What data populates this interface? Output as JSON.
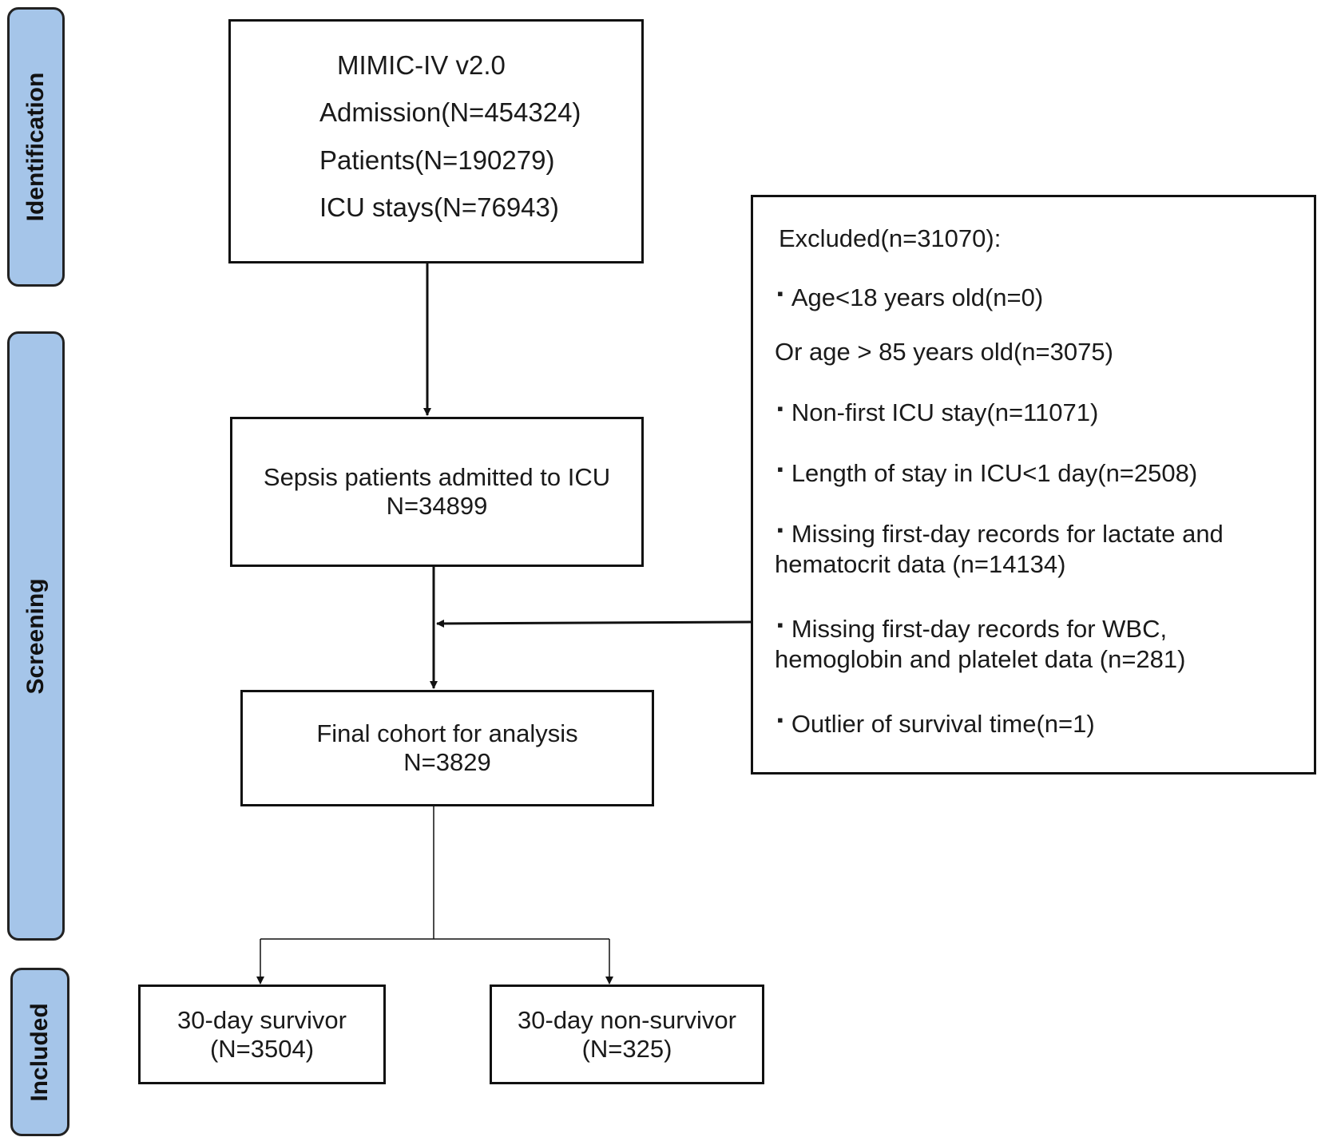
{
  "phases": {
    "identification": "Identification",
    "screening": "Screening",
    "included": "Included"
  },
  "source_box": {
    "title": "MIMIC-IV v2.0",
    "admission": "Admission(N=454324)",
    "patients": "Patients(N=190279)",
    "icu_stays": "ICU stays(N=76943)"
  },
  "sepsis_box": {
    "line1": "Sepsis patients admitted to ICU",
    "line2": "N=34899"
  },
  "final_box": {
    "line1": "Final cohort for analysis",
    "line2": "N=3829"
  },
  "excluded_box": {
    "title": "Excluded(n=31070):",
    "bullet": "▪",
    "items": [
      {
        "line1": "Age<18 years old(n=0)",
        "line2": "Or age > 85 years old(n=3075)"
      },
      {
        "line1": "Non-first ICU stay(n=11071)"
      },
      {
        "line1": "Length of stay in ICU<1 day(n=2508)"
      },
      {
        "line1": "Missing first-day records for lactate and",
        "line2": "hematocrit data (n=14134)"
      },
      {
        "line1": "Missing first-day records for WBC,",
        "line2": "hemoglobin and platelet data (n=281)"
      },
      {
        "line1": "Outlier of survival time(n=1)"
      }
    ]
  },
  "outcomes": {
    "survivor": {
      "line1": "30-day survivor",
      "line2": "(N=3504)"
    },
    "non_survivor": {
      "line1": "30-day non-survivor",
      "line2": "(N=325)"
    }
  }
}
